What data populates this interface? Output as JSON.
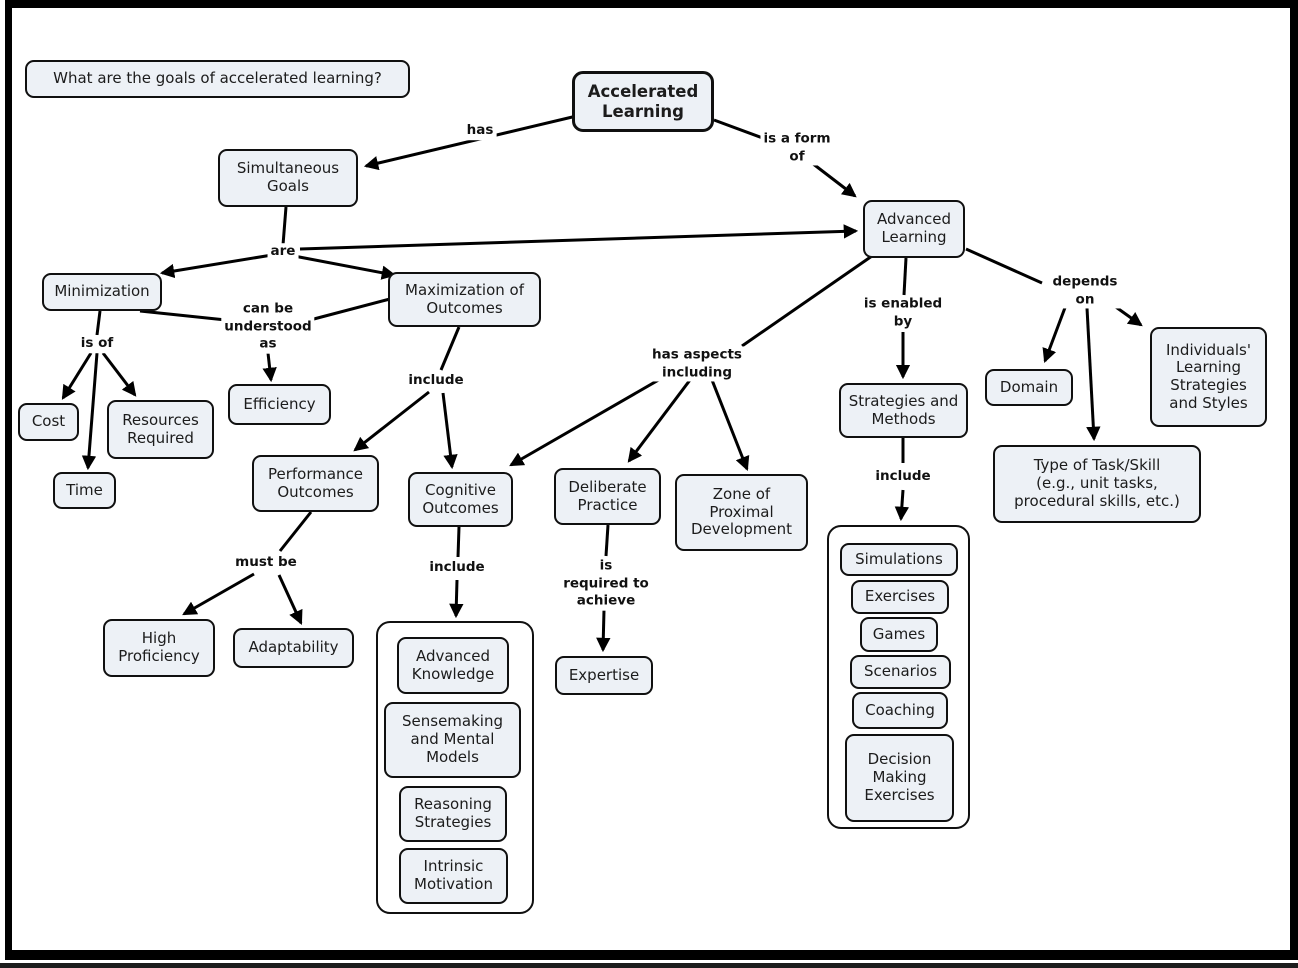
{
  "nodes": {
    "question": "What are the goals of accelerated learning?",
    "accelerated_learning": "Accelerated Learning",
    "simultaneous_goals": "Simultaneous Goals",
    "advanced_learning": "Advanced Learning",
    "minimization": "Minimization",
    "maximization_of_outcomes": "Maximization of Outcomes",
    "efficiency": "Efficiency",
    "cost": "Cost",
    "resources_required": "Resources Required",
    "time": "Time",
    "performance_outcomes": "Performance Outcomes",
    "cognitive_outcomes": "Cognitive Outcomes",
    "high_proficiency": "High Proficiency",
    "adaptability": "Adaptability",
    "advanced_knowledge": "Advanced Knowledge",
    "sensemaking_mental_models": "Sensemaking and Mental Models",
    "reasoning_strategies": "Reasoning Strategies",
    "intrinsic_motivation": "Intrinsic Motivation",
    "deliberate_practice": "Deliberate Practice",
    "expertise": "Expertise",
    "zone_of_proximal_development": "Zone of Proximal Development",
    "strategies_and_methods": "Strategies and Methods",
    "simulations": "Simulations",
    "exercises": "Exercises",
    "games": "Games",
    "scenarios": "Scenarios",
    "coaching": "Coaching",
    "decision_making_exercises": "Decision Making Exercises",
    "domain": "Domain",
    "individuals_learning_strategies_styles": "Individuals'\nLearning\nStrategies\nand Styles",
    "type_of_task_skill": "Type of Task/Skill\n(e.g., unit tasks,\nprocedural skills, etc.)"
  },
  "links": {
    "has": "has",
    "is_a_form_of": "is a form\nof",
    "are": "are",
    "can_be_understood_as": "can be\nunderstood\nas",
    "is_of": "is of",
    "include_outcomes": "include",
    "must_be": "must be",
    "include_cognitive": "include",
    "has_aspects_including": "has aspects\nincluding",
    "is_required_to_achieve": "is\nrequired to\nachieve",
    "is_enabled_by": "is enabled\nby",
    "include_strategies": "include",
    "depends_on": "depends\non"
  },
  "colors": {
    "node_fill": "#edf1f6",
    "node_border": "#101010",
    "line": "#000000",
    "text": "#1c1c1c",
    "frame": "#000000",
    "background": "#ffffff"
  }
}
